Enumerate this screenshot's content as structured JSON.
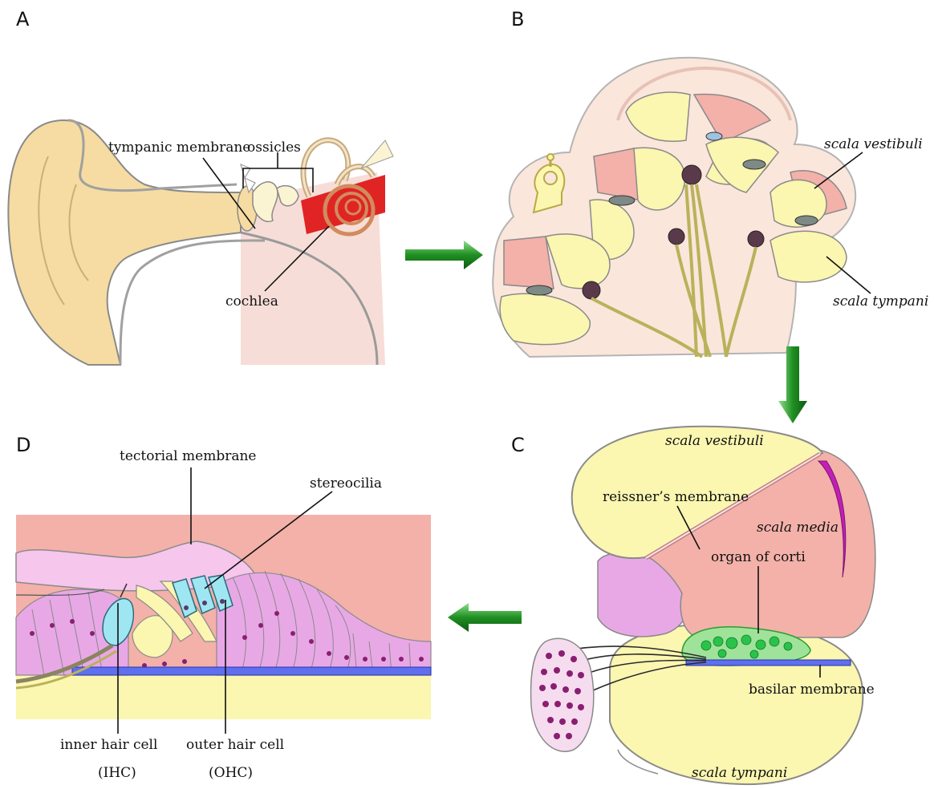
{
  "panels": {
    "a": {
      "letter": "A",
      "labels": {
        "ossicles": "ossicles",
        "tympanic": "tympanic membrane",
        "cochlea": "cochlea"
      }
    },
    "b": {
      "letter": "B",
      "labels": {
        "vestibuli": "scala vestibuli",
        "tympani": "scala tympani"
      }
    },
    "c": {
      "letter": "C",
      "labels": {
        "vestibuli": "scala vestibuli",
        "reissner": "reissner’s membrane",
        "media": "scala media",
        "corti": "organ of corti",
        "basilar": "basilar membrane",
        "tympani": "scala tympani"
      }
    },
    "d": {
      "letter": "D",
      "labels": {
        "tectorial": "tectorial membrane",
        "stereocilia": "stereocilia",
        "ihc": "inner hair cell",
        "ihc_abbr": "(IHC)",
        "ohc": "outer hair cell",
        "ohc_abbr": "(OHC)"
      }
    }
  },
  "colors": {
    "yellow": "#fbf6b0",
    "pink": "#f3b1a9",
    "magenta": "#e8a8e6",
    "ear": "#f6dca2",
    "blue": "#5f6ff0",
    "green_arrow": "#2e9d2e",
    "red": "#e02424",
    "purple": "#8a1f72"
  }
}
